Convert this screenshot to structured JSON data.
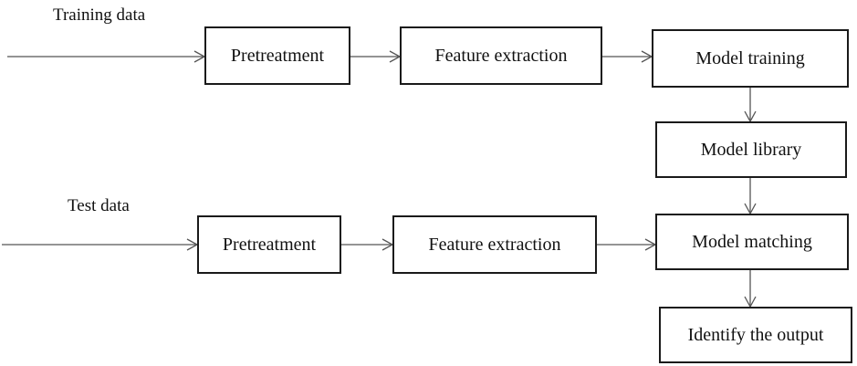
{
  "inputs": {
    "training": "Training data",
    "test": "Test data"
  },
  "training_row": {
    "pretreatment": "Pretreatment",
    "feature_extraction": "Feature extraction",
    "model_training": "Model training"
  },
  "test_row": {
    "pretreatment": "Pretreatment",
    "feature_extraction": "Feature extraction",
    "model_matching": "Model matching"
  },
  "model_library": "Model library",
  "output": "Identify the output"
}
